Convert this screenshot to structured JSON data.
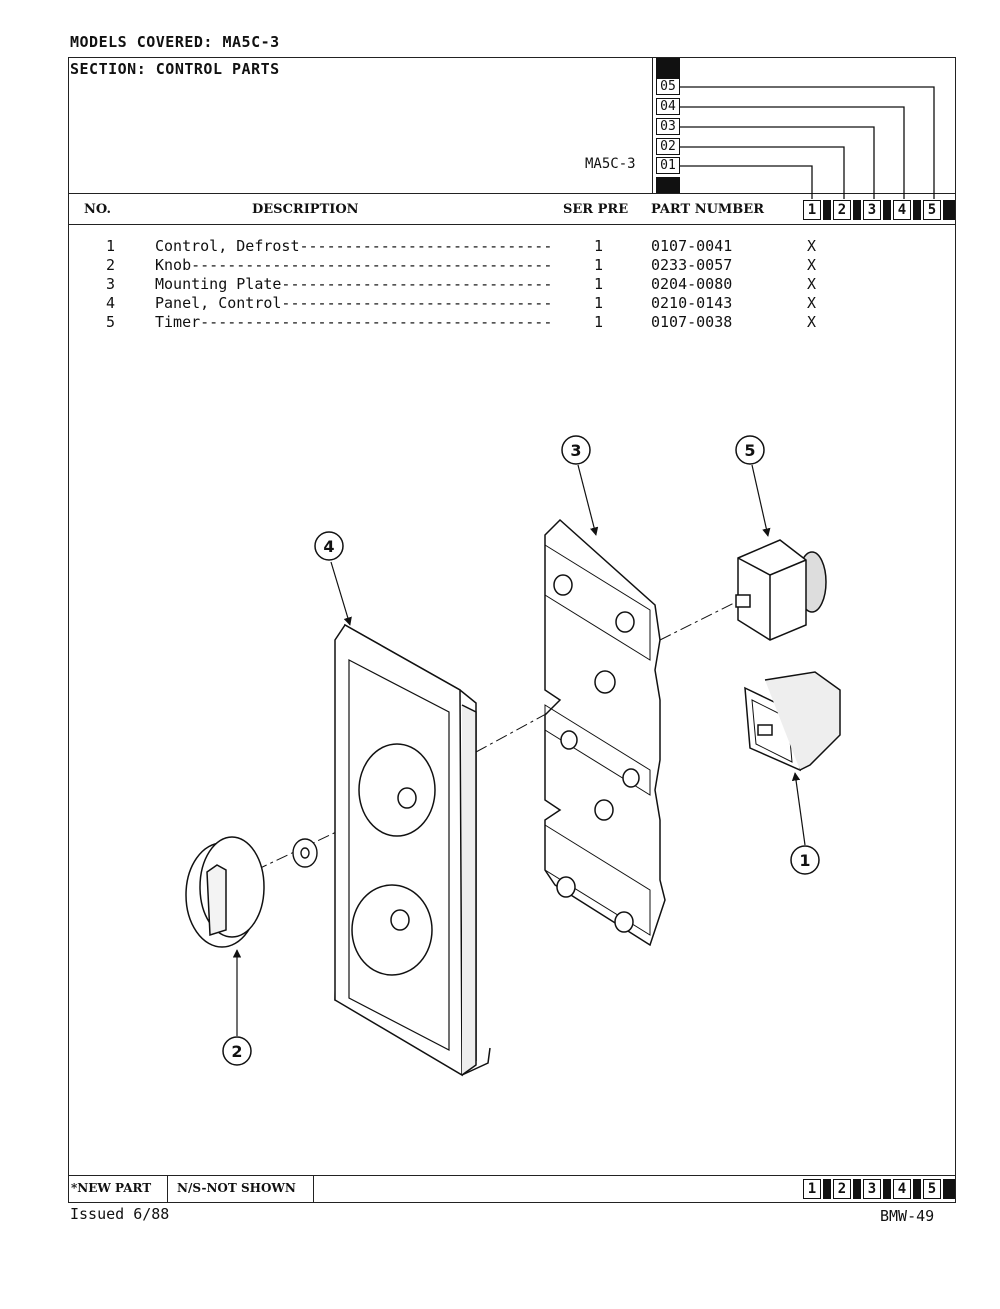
{
  "header": {
    "models_covered": "MODELS COVERED:  MA5C-3",
    "section": "SECTION:  CONTROL PARTS",
    "model_label": "MA5C-3",
    "version_codes": [
      "05",
      "04",
      "03",
      "02",
      "01"
    ]
  },
  "columns": {
    "no": "NO.",
    "description": "DESCRIPTION",
    "ser_pre": "SER PRE",
    "part_number": "PART NUMBER",
    "model_cols": [
      "1",
      "2",
      "3",
      "4",
      "5"
    ]
  },
  "parts": [
    {
      "no": "1",
      "desc": "Control, Defrost----------------------------",
      "qty": "1",
      "part": "0107-0041",
      "mark": "X"
    },
    {
      "no": "2",
      "desc": "Knob----------------------------------------",
      "qty": "1",
      "part": "0233-0057",
      "mark": "X"
    },
    {
      "no": "3",
      "desc": "Mounting Plate------------------------------",
      "qty": "1",
      "part": "0204-0080",
      "mark": "X"
    },
    {
      "no": "4",
      "desc": "Panel, Control------------------------------",
      "qty": "1",
      "part": "0210-0143",
      "mark": "X"
    },
    {
      "no": "5",
      "desc": "Timer---------------------------------------",
      "qty": "1",
      "part": "0107-0038",
      "mark": "X"
    }
  ],
  "callouts": [
    "1",
    "2",
    "3",
    "4",
    "5"
  ],
  "footer": {
    "new_part": "*NEW PART",
    "not_shown": "N/S-NOT SHOWN",
    "model_cols": [
      "1",
      "2",
      "3",
      "4",
      "5"
    ],
    "issued": "Issued 6/88",
    "page_code": "BMW-49"
  }
}
